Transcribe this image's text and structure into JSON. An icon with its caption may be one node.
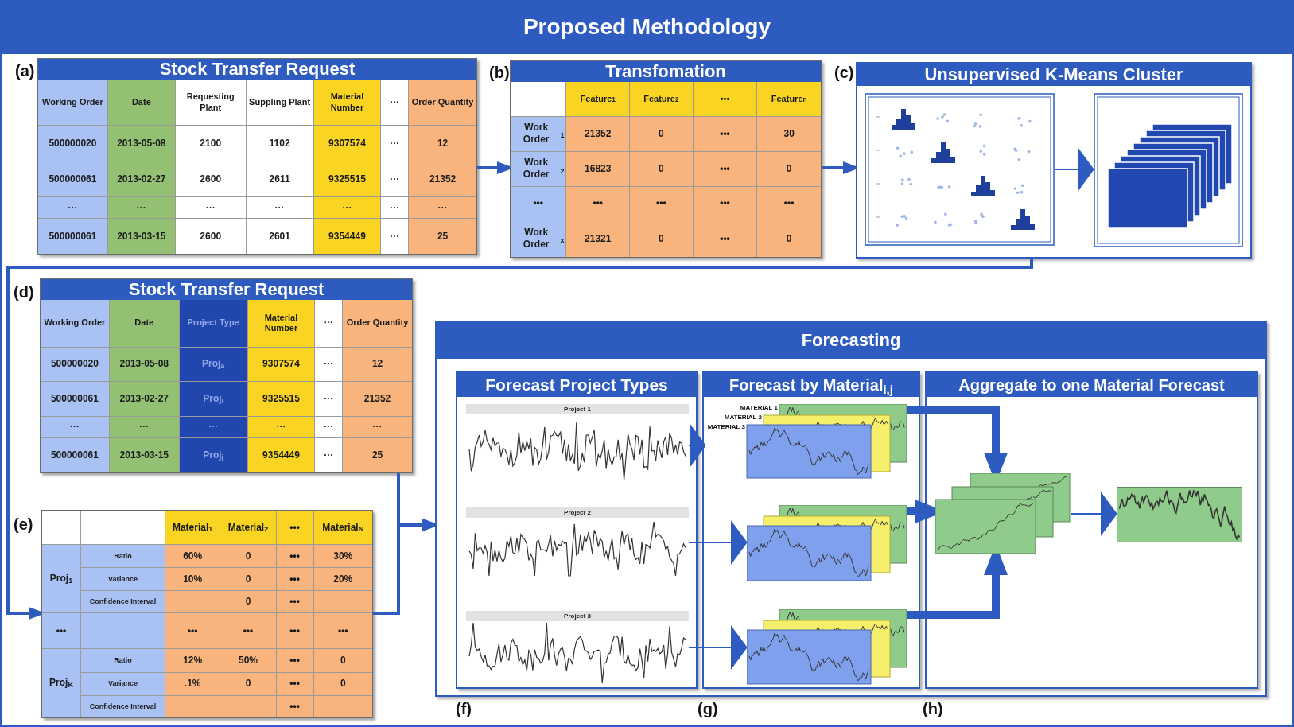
{
  "diagram": {
    "title": "Proposed Methodology",
    "nodes": [
      {
        "text": [
          "Stock Transfer Request",
          "Working Order",
          "Date",
          "Requesting Plant",
          "Suppling Plant",
          "Material Number",
          "···",
          "Order Quantity",
          "500000020",
          "2013-05-08",
          "2100",
          "1102",
          "9307574",
          "···",
          "12",
          "500000061",
          "2013-02-27",
          "2600",
          "2611",
          "9325515",
          "···",
          "21352",
          "···",
          "···",
          "···",
          "···",
          "···",
          "···",
          "···",
          "500000061",
          "2013-03-15",
          "2600",
          "2601",
          "9354449",
          "···",
          "25"
        ]
      },
      {
        "text": [
          "Transfomation",
          "Feature$_{1}$",
          "Feature$_{2}$",
          "•••",
          "Feature$_{n}$",
          "Work Order$_{1}$",
          "21352",
          "0",
          "•••",
          "30",
          "Work Order$_{2}$",
          "16823",
          "0",
          "•••",
          "0",
          "•••",
          "•••",
          "•••",
          "•••",
          "•••",
          "Work Order$_{x}$",
          "21321",
          "0",
          "•••",
          "0"
        ]
      },
      {
        "text": [
          "Unsupervised K-Means Cluster"
        ]
      },
      {
        "text": [],
        "shape": "picture",
        "in": 2
      },
      {
        "text": [],
        "shape": "picture",
        "in": 2
      },
      {
        "text": [
          "Stock Transfer Request",
          "Working Order",
          "Date",
          "Project Type",
          "Material Number",
          "···",
          "Order Quantity",
          "500000020",
          "2013-05-08",
          "Proj$_{a}$",
          "9307574",
          "···",
          "12",
          "500000061",
          "2013-02-27",
          "Proj$_{i}$",
          "9325515",
          "···",
          "21352",
          "···",
          "···",
          "···",
          "···",
          "···",
          "···",
          "500000061",
          "2013-03-15",
          "Proj$_{j}$",
          "9354449",
          "···",
          "25"
        ]
      },
      {
        "text": [
          "Material$_{1}$",
          "Material$_{2}$",
          "•••",
          "Material$_{N}$",
          "Proj$_{1}$",
          "Ratio",
          "60%",
          "0",
          "•••",
          "30%",
          "Variance",
          "10%",
          "0",
          "•••",
          "20%",
          "Confidence Interval",
          "0",
          "•••",
          "•••",
          "•••",
          "•••",
          "•••",
          "•••",
          "Proj$_{K}$",
          "Ratio",
          "12%",
          "50%",
          "•••",
          "0",
          "Variance",
          ".1%",
          "0",
          "•••",
          "0",
          "Confidence Interval",
          "•••"
        ]
      },
      {
        "text": [
          "Forecasting"
        ]
      },
      {
        "text": [
          "Forecast Project Types"
        ],
        "in": 7
      },
      {
        "text": [
          "Forecast by Material$_{i,j}$"
        ],
        "in": 7
      },
      {
        "text": [
          "Aggregate to one Material Forecast"
        ],
        "in": 7
      },
      {
        "text": [
          "Project 1"
        ],
        "in": 8
      },
      {
        "text": [
          "Project 2"
        ],
        "in": 8
      },
      {
        "text": [
          "Project 3"
        ],
        "in": 8
      },
      {
        "text": [
          "MATERIAL 1",
          "MATERIAL 2",
          "MATERIAL 3"
        ],
        "in": 9
      },
      {
        "text": [],
        "shape": "picture",
        "in": 9
      },
      {
        "text": [],
        "shape": "picture",
        "in": 9
      },
      {
        "text": [],
        "shape": "picture",
        "in": 10
      },
      {
        "text": [],
        "shape": "picture",
        "in": 10
      }
    ],
    "edges": [
      {
        "from": 0,
        "to": 1,
        "arrow": "to"
      },
      {
        "from": 1,
        "to": 2,
        "arrow": "to"
      },
      {
        "from": 3,
        "to": 4,
        "arrow": "to"
      },
      {
        "from": 2,
        "to": 6,
        "arrow": "to"
      },
      {
        "from": 5,
        "to": 7,
        "arrow": "to"
      },
      {
        "from": 6,
        "to": 7,
        "arrow": "to"
      },
      {
        "from": 11,
        "to": 14,
        "arrow": "to"
      },
      {
        "from": 12,
        "to": 15,
        "arrow": "to"
      },
      {
        "from": 13,
        "to": 16,
        "arrow": "to"
      },
      {
        "from": 14,
        "to": 17,
        "arrow": "to",
        "style": "thick"
      },
      {
        "from": 15,
        "to": 17,
        "arrow": "to",
        "style": "thick"
      },
      {
        "from": 16,
        "to": 17,
        "arrow": "to",
        "style": "thick"
      },
      {
        "from": 17,
        "to": 18,
        "arrow": "to"
      }
    ],
    "labels": [
      "(a)",
      "(b)",
      "(c)",
      "(d)",
      "(e)",
      "(f)",
      "(g)",
      "(h)"
    ]
  }
}
